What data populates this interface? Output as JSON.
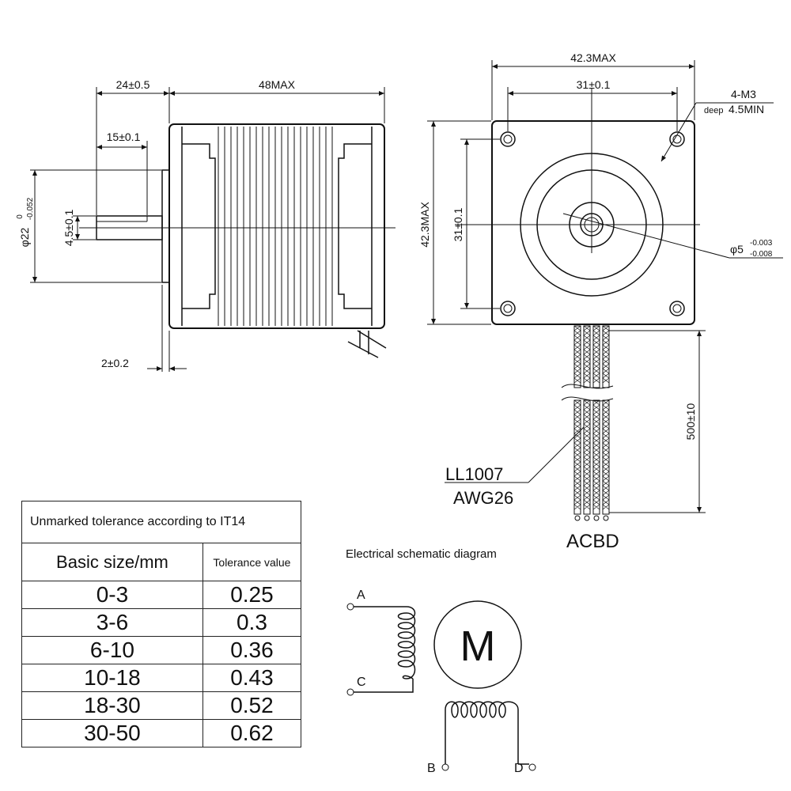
{
  "side_view": {
    "dim_shaft": "24±0.5",
    "dim_body": "48MAX",
    "dim_flat": "15±0.1",
    "dim_flat_width": "4.5±0.1",
    "dim_boss": "φ22",
    "dim_boss_upper": "0",
    "dim_boss_lower": "-0.052",
    "dim_boss_height": "2±0.2"
  },
  "front_view": {
    "dim_width": "42.3MAX",
    "dim_hole_pitch_x": "31±0.1",
    "dim_height": "42.3MAX",
    "dim_hole_pitch_y": "31±0.1",
    "holes_label": "4-M3",
    "holes_depth_prefix": "deep",
    "holes_depth": "4.5MIN",
    "shaft_dia": "φ5",
    "shaft_tol_upper": "-0.003",
    "shaft_tol_lower": "-0.008",
    "lead_length": "500±10",
    "wire_type": "LL1007",
    "wire_gauge": "AWG26",
    "wire_order": "ACBD"
  },
  "schematic": {
    "title": "Electrical schematic diagram",
    "motor_symbol": "M",
    "terminal_a": "A",
    "terminal_b": "B",
    "terminal_c": "C",
    "terminal_d": "D"
  },
  "tolerance_table": {
    "caption": "Unmarked tolerance according to IT14",
    "col_size": "Basic size/mm",
    "col_tol": "Tolerance value",
    "rows": [
      {
        "size": "0-3",
        "tol": "0.25"
      },
      {
        "size": "3-6",
        "tol": "0.3"
      },
      {
        "size": "6-10",
        "tol": "0.36"
      },
      {
        "size": "10-18",
        "tol": "0.43"
      },
      {
        "size": "18-30",
        "tol": "0.52"
      },
      {
        "size": "30-50",
        "tol": "0.62"
      }
    ]
  }
}
